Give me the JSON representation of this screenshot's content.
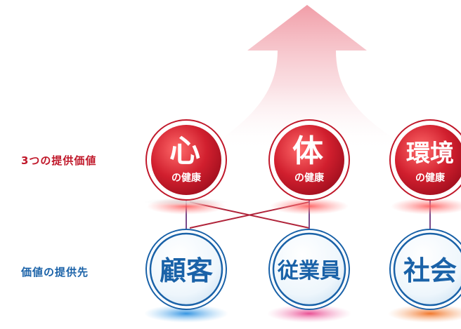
{
  "labels": {
    "value_row": "3つの提供価値",
    "target_row": "価値の提供先"
  },
  "values": [
    {
      "main": "心",
      "sub": "の健康"
    },
    {
      "main": "体",
      "sub": "の健康"
    },
    {
      "main": "環境",
      "sub": "の健康"
    }
  ],
  "targets": [
    {
      "main": "顧客"
    },
    {
      "main": "従業員"
    },
    {
      "main": "社会"
    }
  ],
  "colors": {
    "red": "#c0182a",
    "blue": "#1a62a8",
    "arrow": "#e8808e",
    "line_purple": "#6a4a8a"
  }
}
